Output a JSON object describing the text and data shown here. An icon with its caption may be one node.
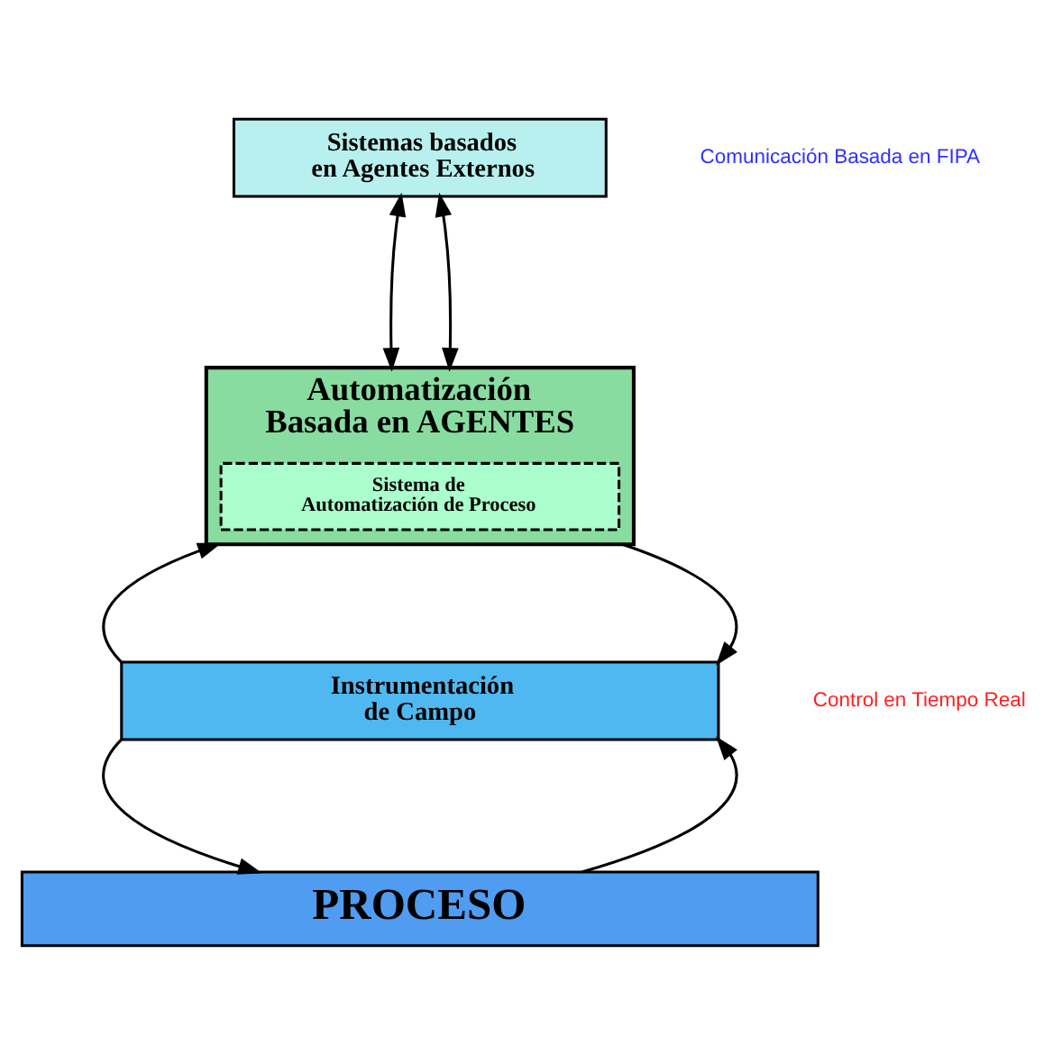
{
  "diagram": {
    "nodes": [
      {
        "text": [
          "Sistemas basados en Agentes Externos"
        ]
      },
      {
        "text": [
          "Automatización Basada en AGENTES"
        ]
      },
      {
        "text": [
          "Sistema de Automatización de Proceso"
        ],
        "in": 1
      },
      {
        "text": [
          "Instrumentación de Campo"
        ]
      },
      {
        "text": [
          "PROCESO"
        ]
      }
    ],
    "edges": [
      {
        "from": 0,
        "to": 1,
        "arrow": "both"
      },
      {
        "from": 0,
        "to": 1,
        "arrow": "both"
      },
      {
        "from": 3,
        "to": 1,
        "arrow": "to"
      },
      {
        "from": 1,
        "to": 3,
        "arrow": "to"
      },
      {
        "from": 3,
        "to": 4,
        "arrow": "to"
      },
      {
        "from": 4,
        "to": 3,
        "arrow": "to"
      }
    ],
    "labels": [
      "Comunicación Basada en FIPA",
      "Control en Tiempo Real"
    ]
  }
}
